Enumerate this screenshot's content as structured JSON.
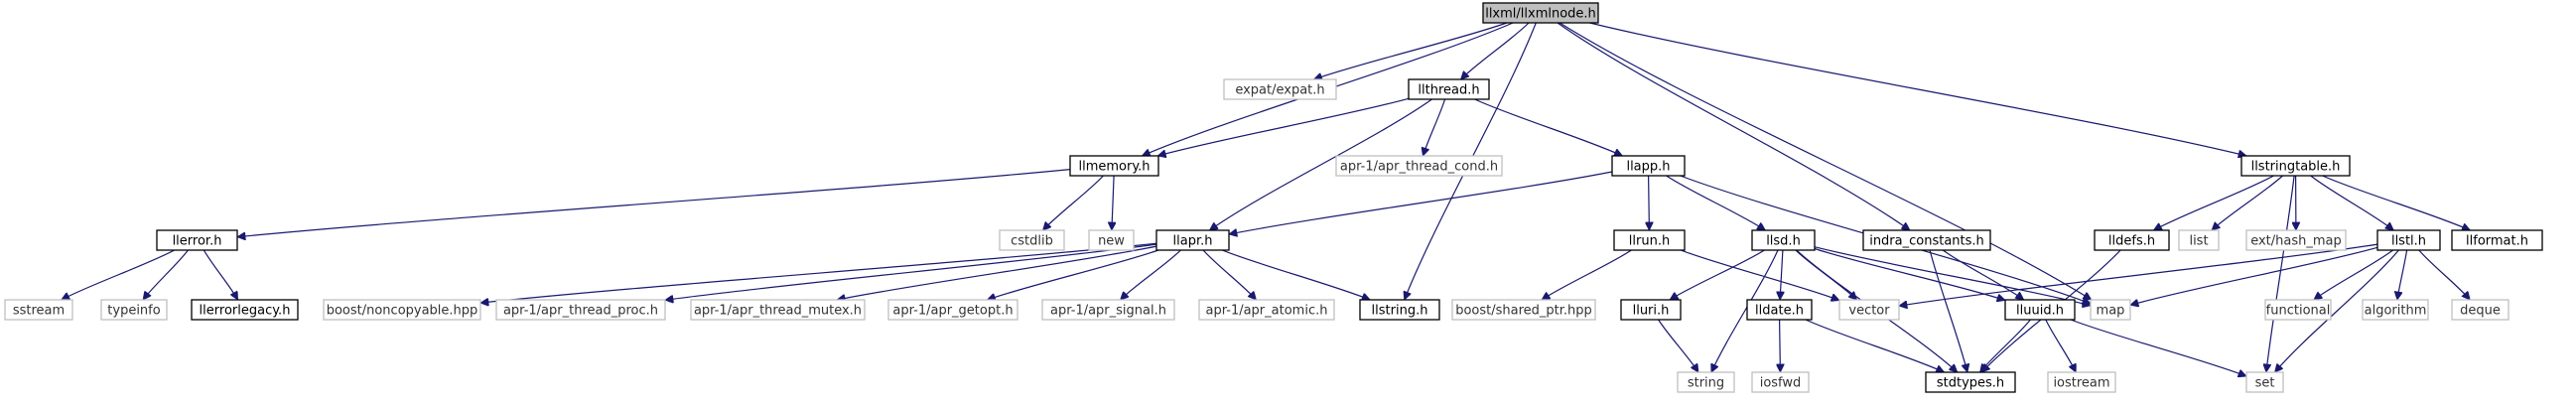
{
  "diagram": {
    "nodes": [
      {
        "id": "llxmlnode",
        "label": "llxml/llxmlnode.h",
        "style": "root"
      },
      {
        "id": "expat",
        "label": "expat/expat.h",
        "style": "external"
      },
      {
        "id": "llthread",
        "label": "llthread.h",
        "style": "local"
      },
      {
        "id": "llmemory",
        "label": "llmemory.h",
        "style": "local"
      },
      {
        "id": "aprcond",
        "label": "apr-1/apr_thread_cond.h",
        "style": "external"
      },
      {
        "id": "llapp",
        "label": "llapp.h",
        "style": "local"
      },
      {
        "id": "llstringtable",
        "label": "llstringtable.h",
        "style": "local"
      },
      {
        "id": "llerror",
        "label": "llerror.h",
        "style": "local"
      },
      {
        "id": "cstdlib",
        "label": "cstdlib",
        "style": "external"
      },
      {
        "id": "new",
        "label": "new",
        "style": "external"
      },
      {
        "id": "llapr",
        "label": "llapr.h",
        "style": "local"
      },
      {
        "id": "llrun",
        "label": "llrun.h",
        "style": "local"
      },
      {
        "id": "llsd",
        "label": "llsd.h",
        "style": "local"
      },
      {
        "id": "indra",
        "label": "indra_constants.h",
        "style": "local"
      },
      {
        "id": "lldefs",
        "label": "lldefs.h",
        "style": "local"
      },
      {
        "id": "list",
        "label": "list",
        "style": "external"
      },
      {
        "id": "exthashmap",
        "label": "ext/hash_map",
        "style": "external"
      },
      {
        "id": "llstl",
        "label": "llstl.h",
        "style": "local"
      },
      {
        "id": "llformat",
        "label": "llformat.h",
        "style": "local"
      },
      {
        "id": "sstream",
        "label": "sstream",
        "style": "external"
      },
      {
        "id": "typeinfo",
        "label": "typeinfo",
        "style": "external"
      },
      {
        "id": "llerrorlegacy",
        "label": "llerrorlegacy.h",
        "style": "local"
      },
      {
        "id": "noncopyable",
        "label": "boost/noncopyable.hpp",
        "style": "external"
      },
      {
        "id": "aprproc",
        "label": "apr-1/apr_thread_proc.h",
        "style": "external"
      },
      {
        "id": "aprmutex",
        "label": "apr-1/apr_thread_mutex.h",
        "style": "external"
      },
      {
        "id": "aprgetopt",
        "label": "apr-1/apr_getopt.h",
        "style": "external"
      },
      {
        "id": "aprsignal",
        "label": "apr-1/apr_signal.h",
        "style": "external"
      },
      {
        "id": "apratomic",
        "label": "apr-1/apr_atomic.h",
        "style": "external"
      },
      {
        "id": "llstring",
        "label": "llstring.h",
        "style": "local"
      },
      {
        "id": "sharedptr",
        "label": "boost/shared_ptr.hpp",
        "style": "external"
      },
      {
        "id": "lluri",
        "label": "lluri.h",
        "style": "local"
      },
      {
        "id": "lldate",
        "label": "lldate.h",
        "style": "local"
      },
      {
        "id": "vector",
        "label": "vector",
        "style": "external"
      },
      {
        "id": "lluuid",
        "label": "lluuid.h",
        "style": "local"
      },
      {
        "id": "map",
        "label": "map",
        "style": "external"
      },
      {
        "id": "functional",
        "label": "functional",
        "style": "external"
      },
      {
        "id": "algorithm",
        "label": "algorithm",
        "style": "external"
      },
      {
        "id": "deque",
        "label": "deque",
        "style": "external"
      },
      {
        "id": "string",
        "label": "string",
        "style": "external"
      },
      {
        "id": "iosfwd",
        "label": "iosfwd",
        "style": "external"
      },
      {
        "id": "stdtypes",
        "label": "stdtypes.h",
        "style": "local"
      },
      {
        "id": "iostream",
        "label": "iostream",
        "style": "external"
      },
      {
        "id": "set",
        "label": "set",
        "style": "external"
      }
    ],
    "edges": [
      [
        "llxmlnode",
        "expat"
      ],
      [
        "llxmlnode",
        "llthread"
      ],
      [
        "llxmlnode",
        "llmemory"
      ],
      [
        "llxmlnode",
        "llstring"
      ],
      [
        "llxmlnode",
        "indra"
      ],
      [
        "llxmlnode",
        "map"
      ],
      [
        "llxmlnode",
        "llstringtable"
      ],
      [
        "llthread",
        "llmemory"
      ],
      [
        "llthread",
        "aprcond"
      ],
      [
        "llthread",
        "llapp"
      ],
      [
        "llthread",
        "llapr"
      ],
      [
        "llmemory",
        "llerror"
      ],
      [
        "llmemory",
        "cstdlib"
      ],
      [
        "llmemory",
        "new"
      ],
      [
        "llapp",
        "llapr"
      ],
      [
        "llapp",
        "llrun"
      ],
      [
        "llapp",
        "llsd"
      ],
      [
        "llapp",
        "map"
      ],
      [
        "llerror",
        "sstream"
      ],
      [
        "llerror",
        "typeinfo"
      ],
      [
        "llerror",
        "llerrorlegacy"
      ],
      [
        "llapr",
        "noncopyable"
      ],
      [
        "llapr",
        "aprproc"
      ],
      [
        "llapr",
        "aprmutex"
      ],
      [
        "llapr",
        "aprgetopt"
      ],
      [
        "llapr",
        "aprsignal"
      ],
      [
        "llapr",
        "apratomic"
      ],
      [
        "llapr",
        "llstring"
      ],
      [
        "llrun",
        "sharedptr"
      ],
      [
        "llrun",
        "vector"
      ],
      [
        "llsd",
        "lluri"
      ],
      [
        "llsd",
        "lldate"
      ],
      [
        "llsd",
        "string"
      ],
      [
        "llsd",
        "vector"
      ],
      [
        "llsd",
        "lluuid"
      ],
      [
        "llsd",
        "map"
      ],
      [
        "llsd",
        "stdtypes"
      ],
      [
        "lluri",
        "string"
      ],
      [
        "lldate",
        "iosfwd"
      ],
      [
        "lldate",
        "stdtypes"
      ],
      [
        "indra",
        "stdtypes"
      ],
      [
        "indra",
        "lluuid"
      ],
      [
        "lluuid",
        "iostream"
      ],
      [
        "lluuid",
        "stdtypes"
      ],
      [
        "lluuid",
        "set"
      ],
      [
        "llstringtable",
        "lldefs"
      ],
      [
        "llstringtable",
        "list"
      ],
      [
        "llstringtable",
        "exthashmap"
      ],
      [
        "llstringtable",
        "llstl"
      ],
      [
        "llstringtable",
        "llformat"
      ],
      [
        "llstringtable",
        "set"
      ],
      [
        "lldefs",
        "stdtypes"
      ],
      [
        "llstl",
        "map"
      ],
      [
        "llstl",
        "vector"
      ],
      [
        "llstl",
        "functional"
      ],
      [
        "llstl",
        "algorithm"
      ],
      [
        "llstl",
        "deque"
      ],
      [
        "llstl",
        "set"
      ]
    ]
  }
}
